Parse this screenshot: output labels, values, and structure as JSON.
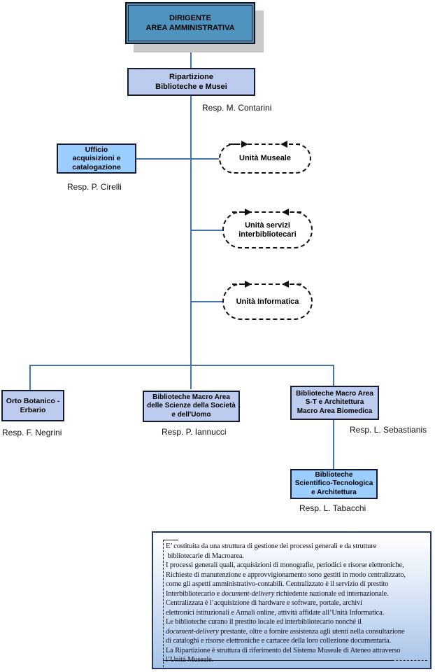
{
  "colors": {
    "connector": "#4475AD",
    "dirigente_fill": "#4F94BF",
    "periwinkle_fill": "#BCCBEE",
    "skyblue_fill": "#9BCDFE",
    "box_border": "#141B33",
    "shadow": "#C9C9C9",
    "annotation_border": "#233766",
    "annotation_gradient_bottom": "#A6C2E8"
  },
  "org": {
    "dirigente": {
      "line1": "DIRIGENTE",
      "line2": "AREA AMMINISTRATIVA"
    },
    "ripartizione": {
      "line1": "Ripartizione",
      "line2": "Biblioteche e Musei",
      "resp": "Resp. M. Contarini"
    },
    "ufficio": {
      "line1": "Ufficio",
      "line2": "acquisizioni e",
      "line3": "catalogazione",
      "resp": "Resp. P. Cirelli"
    },
    "units": [
      {
        "line1": "Unità Museale"
      },
      {
        "line1": "Unità servizi",
        "line2": "interbibliotecari"
      },
      {
        "line1": "Unità Informatica"
      }
    ],
    "orto": {
      "line1": "Orto Botanico -",
      "line2": "Erbario",
      "resp": "Resp. F. Negrini"
    },
    "macro_societa": {
      "line1": "Biblioteche Macro Area",
      "line2": "delle Scienze della Società",
      "line3": "e dell'Uomo",
      "resp": "Resp. P. Iannucci"
    },
    "macro_st": {
      "line1": "Biblioteche Macro Area",
      "line2": "S-T e Architettura",
      "line3": "Macro Area Biomedica",
      "resp": "Resp. L. Sebastianis"
    },
    "st_arch": {
      "line1": "Biblioteche",
      "line2": "Scientifico-Tecnologica",
      "line3": "e Architettura",
      "resp": "Resp. L. Tabacchi"
    }
  },
  "annotation": {
    "lines": [
      [
        {
          "t": "E’ costituita da una struttura di gestione dei processi generali e da strutture"
        }
      ],
      [
        {
          "t": " bibliotecarie di Macroarea."
        }
      ],
      [
        {
          "t": "I processi generali quali, acquisizioni di monografie, periodici e risorse elettroniche,"
        }
      ],
      [
        {
          "t": "Richieste di manutenzione e approvvigionamento sono gestiti in modo centralizzato,"
        }
      ],
      [
        {
          "t": "come gli aspetti amministrativo-contabili. Centralizzato è il servizio di prestito"
        }
      ],
      [
        {
          "t": "Interbibliotecario e "
        },
        {
          "t": "document-delivery",
          "i": true
        },
        {
          "t": " richiedente nazionale ed internazionale."
        }
      ],
      [
        {
          "t": "Centralizzata è l’acquisizione di hardware e software, portale, archivi"
        }
      ],
      [
        {
          "t": "elettronici istituzionali e Annali online, attività affidate all’Unità Informatica."
        }
      ],
      [
        {
          "t": "Le biblioteche curano il prestito locale ed interbibliotecario nonché il"
        }
      ],
      [
        {
          "t": "document-delivery",
          "i": true
        },
        {
          "t": " prestante, oltre a fornire assistenza agli utenti nella consultazione"
        }
      ],
      [
        {
          "t": "di cataloghi e risorse elettroniche e cartacee della loro collezione documentaria."
        }
      ],
      [
        {
          "t": "La Ripartizione è struttura di riferimento del Sistema Museale di Ateneo attraverso"
        }
      ],
      [
        {
          "t": "l’Unità Museale."
        }
      ]
    ]
  }
}
